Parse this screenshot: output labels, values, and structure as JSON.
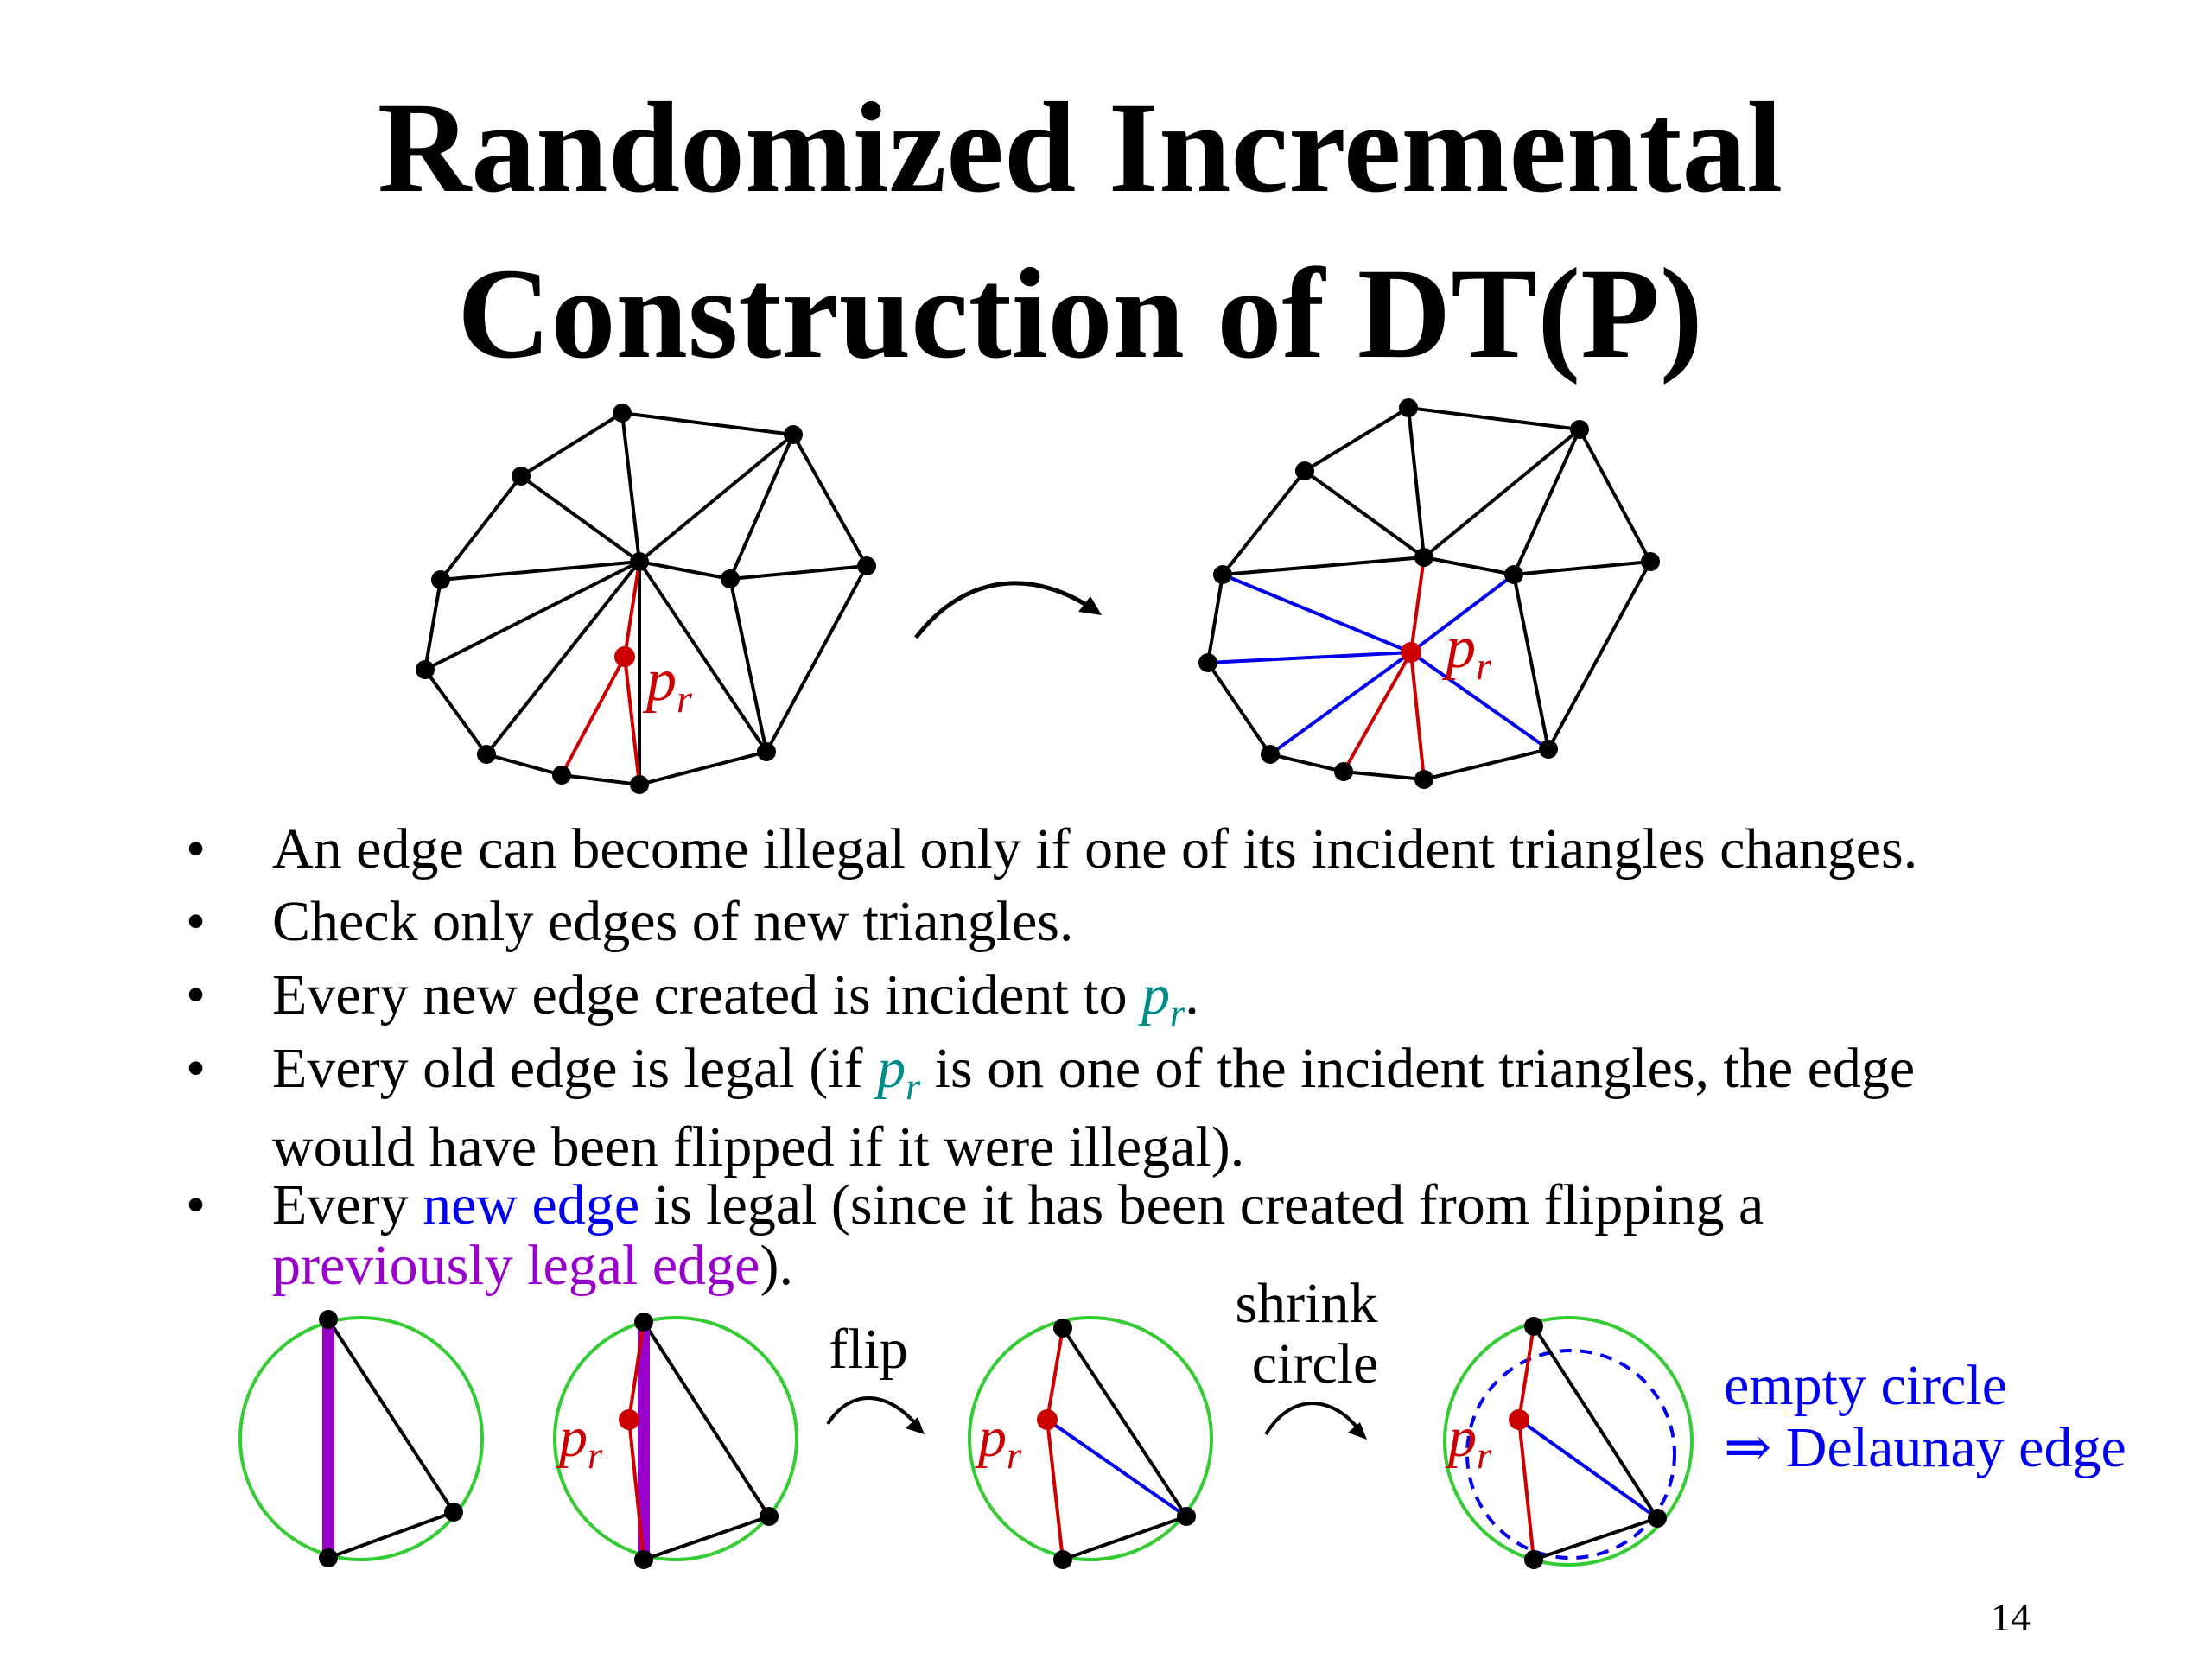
{
  "title": {
    "line1": "Randomized Incremental",
    "line2": "Construction of DT(P)"
  },
  "point_label": {
    "p": "p",
    "r": "r"
  },
  "bullets": {
    "b1": "An edge can become illegal only if one of its incident triangles changes.",
    "b2": "Check only edges of new triangles.",
    "b3_before": "Every new edge created is incident to ",
    "b3_after": ".",
    "b4_before": "Every old edge is legal (if ",
    "b4_after": " is on one of the incident triangles, the edge",
    "b4_line2": "would have been flipped if it were illegal).",
    "b5_before": "Every ",
    "b5_new_edge": "new edge",
    "b5_middle": " is legal (since it has been created from flipping a",
    "b5_prev_edge": "previously legal edge",
    "b5_after": ")."
  },
  "bullet_symbol": "•",
  "bottom_labels": {
    "flip": "flip",
    "shrink": "shrink",
    "circle": "circle",
    "empty_circle": "empty circle",
    "implies": "⇒ Delaunay edge"
  },
  "colors": {
    "teal": "#008b8b",
    "blue": "#0000ee",
    "purple": "#9900cc",
    "red": "#cc0000",
    "green": "#33cc33"
  },
  "page_number": "14"
}
